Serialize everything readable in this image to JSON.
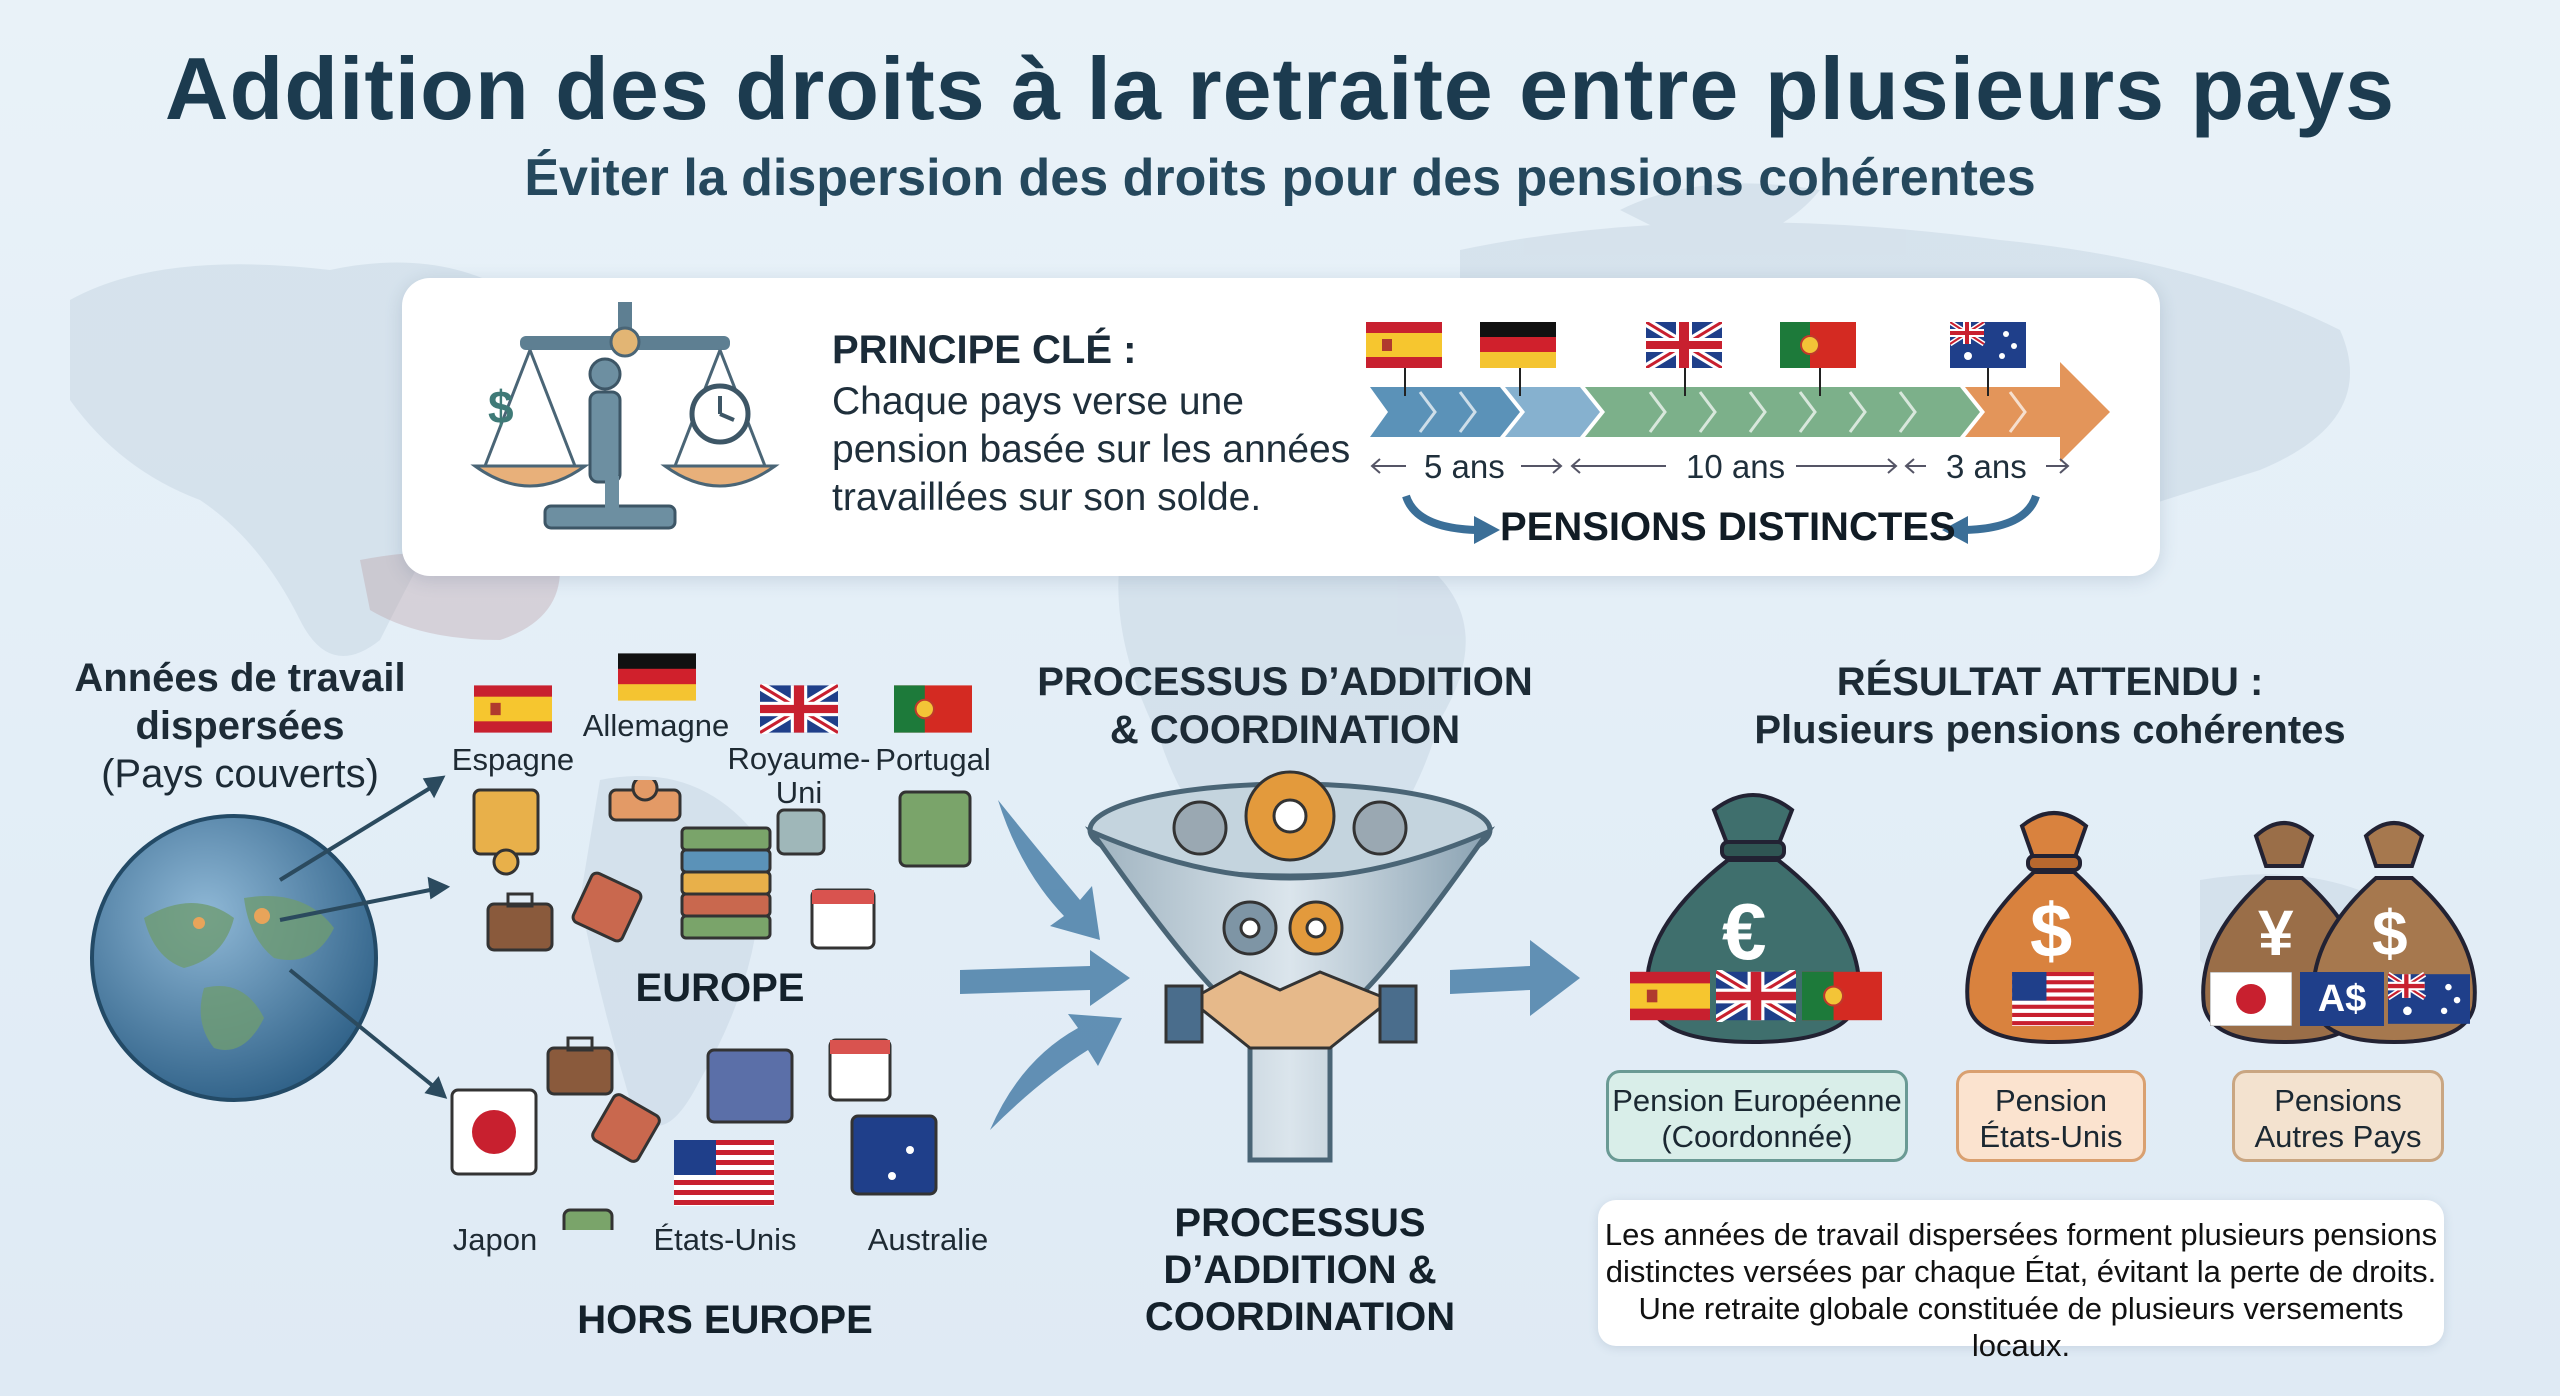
{
  "title": "Addition des droits à la retraite entre plusieurs pays",
  "subtitle": "Éviter la dispersion des droits pour des pensions cohérentes",
  "principle": {
    "heading": "PRINCIPE CLÉ :",
    "lines": [
      "Chaque pays verse une",
      "pension basée sur les années",
      "travaillées sur son solde."
    ],
    "durations": [
      "5 ans",
      "10 ans",
      "3 ans"
    ],
    "result_label": "PENSIONS DISTINCTES"
  },
  "left": {
    "heading_line1": "Années de travail",
    "heading_line2": "dispersées",
    "heading_line3": "(Pays couverts)",
    "europe_label": "EUROPE",
    "non_europe_label": "HORS EUROPE",
    "countries": {
      "spain": "Espagne",
      "germany": "Allemagne",
      "uk_line1": "Royaume-",
      "uk_line2": "Uni",
      "portugal": "Portugal",
      "japan": "Japon",
      "usa": "États-Unis",
      "australia": "Australie"
    }
  },
  "process": {
    "heading_line1": "PROCESSUS D’ADDITION",
    "heading_line2": "& COORDINATION",
    "bottom_line1": "PROCESSUS",
    "bottom_line2": "D’ADDITION &",
    "bottom_line3": "COORDINATION"
  },
  "result": {
    "heading_line1": "RÉSULTAT ATTENDU :",
    "heading_line2": "Plusieurs pensions cohérentes",
    "bags": {
      "euro_symbol": "€",
      "usd_symbol": "$",
      "yen_symbol": "¥",
      "aud_symbol": "$",
      "aud_badge": "A$"
    },
    "pensions": [
      {
        "line1": "Pension Européenne",
        "line2": "(Coordonnée)"
      },
      {
        "line1": "Pension",
        "line2": "États-Unis"
      },
      {
        "line1": "Pensions",
        "line2": "Autres Pays"
      }
    ],
    "note_lines": [
      "Les années de travail dispersées forment plusieurs pensions",
      "distinctes versées par chaque État, évitant la perte de droits.",
      "Une retraite globale constituée de plusieurs versements locaux."
    ]
  },
  "icons": [
    "scale-icon",
    "dollar-icon",
    "clock-icon",
    "person-icon",
    "globe-icon",
    "puzzle-icon",
    "briefcase-icon",
    "calendar-icon",
    "stack-icon",
    "funnel-icon",
    "gear-icon",
    "handshake-icon",
    "money-bag-icon",
    "flag-icon",
    "arrow-icon"
  ],
  "colors": {
    "title": "#1c3b4f",
    "timeline_blue": "#5b92b8",
    "timeline_green": "#7cb08a",
    "timeline_orange": "#e3955a",
    "bag_teal": "#3f6f6d",
    "bag_orange": "#d9823e",
    "bag_brown": "#9a6e48",
    "box_teal": "#d9eee9",
    "box_orange": "#fbe3cf",
    "box_beige": "#f3e2cf"
  }
}
